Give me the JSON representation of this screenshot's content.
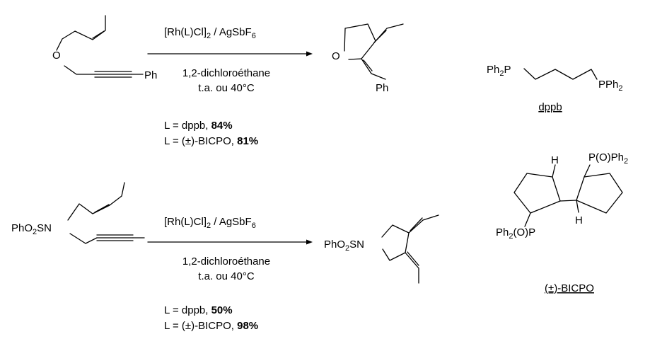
{
  "reaction1": {
    "substrate": {
      "O": "O",
      "Ph": "Ph"
    },
    "reagent": {
      "prefix": "[Rh(L)Cl]",
      "sub": "2",
      "mid": " / AgSbF",
      "sub2": "6"
    },
    "solvent": "1,2-dichloroéthane",
    "temp": "t.a. ou 40°C",
    "product": {
      "O": "O",
      "Ph": "Ph"
    },
    "yields": [
      {
        "prefix": "L = dppb, ",
        "value": "84%"
      },
      {
        "prefix": "L = (±)-BICPO, ",
        "value": "81%"
      }
    ]
  },
  "reaction2": {
    "substrate": {
      "a": "PhO",
      "sub": "2",
      "b": "SN"
    },
    "reagent": {
      "prefix": "[Rh(L)Cl]",
      "sub": "2",
      "mid": " / AgSbF",
      "sub2": "6"
    },
    "solvent": "1,2-dichloroéthane",
    "temp": "t.a. ou 40°C",
    "product": {
      "a": "PhO",
      "sub": "2",
      "b": "SN"
    },
    "yields": [
      {
        "prefix": "L = dppb, ",
        "value": "50%"
      },
      {
        "prefix": "L = (±)-BICPO, ",
        "value": "98%"
      }
    ]
  },
  "ligands": {
    "dppb": {
      "left": {
        "a": "Ph",
        "sub": "2",
        "b": "P"
      },
      "right": {
        "a": "PPh",
        "sub": "2"
      },
      "name": "dppb"
    },
    "bicpo": {
      "top": {
        "a": "P(O)Ph",
        "sub": "2"
      },
      "bottom": {
        "a": "Ph",
        "sub": "2",
        "b": "(O)P"
      },
      "h": "H",
      "name": "(±)-BICPO"
    }
  }
}
